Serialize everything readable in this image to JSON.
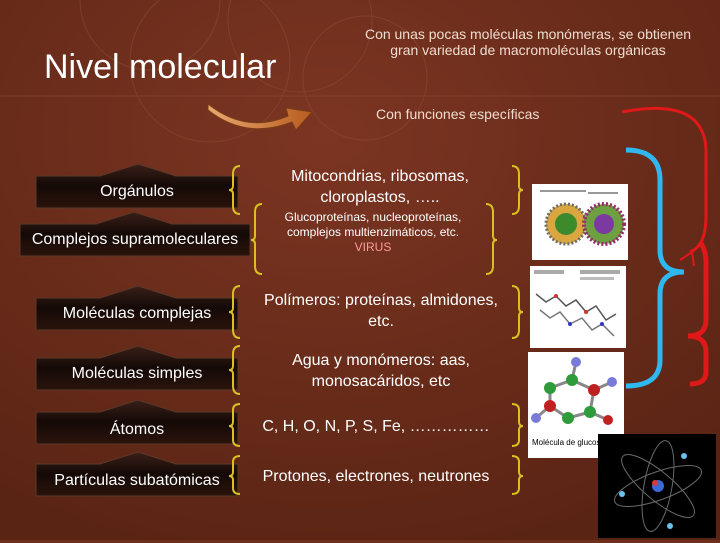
{
  "title": "Nivel molecular",
  "intro": "Con unas pocas moléculas monómeras, se obtienen gran variedad de macromoléculas orgánicas",
  "functions_label": "Con funciones específicas",
  "levels": [
    {
      "label": "Orgánulos",
      "desc": "Mitocondrias, ribosomas, cloroplastos, ….."
    },
    {
      "label": "Complejos supramoleculares",
      "desc": "Glucoproteínas, nucleoproteínas, complejos multienzimáticos, etc.",
      "desc_highlight": "VIRUS"
    },
    {
      "label": "Moléculas complejas",
      "desc": "Polímeros: proteínas, almidones, etc."
    },
    {
      "label": "Moléculas simples",
      "desc": "Agua y monómeros: aas, monosacáridos, etc"
    },
    {
      "label": "Átomos",
      "desc": "C, H, O, N, P, S, Fe, ……………"
    },
    {
      "label": "Partículas subatómicas",
      "desc": "Protones, electrones, neutrones"
    }
  ],
  "image_captions": {
    "glucose": "Molécula de glucosa"
  },
  "colors": {
    "background": "#6e2e1c",
    "bracket": "#d8c020",
    "blue_bracket": "#2fb8f0",
    "red_bracket": "#e01818",
    "level_bar": "#1a0d08"
  }
}
